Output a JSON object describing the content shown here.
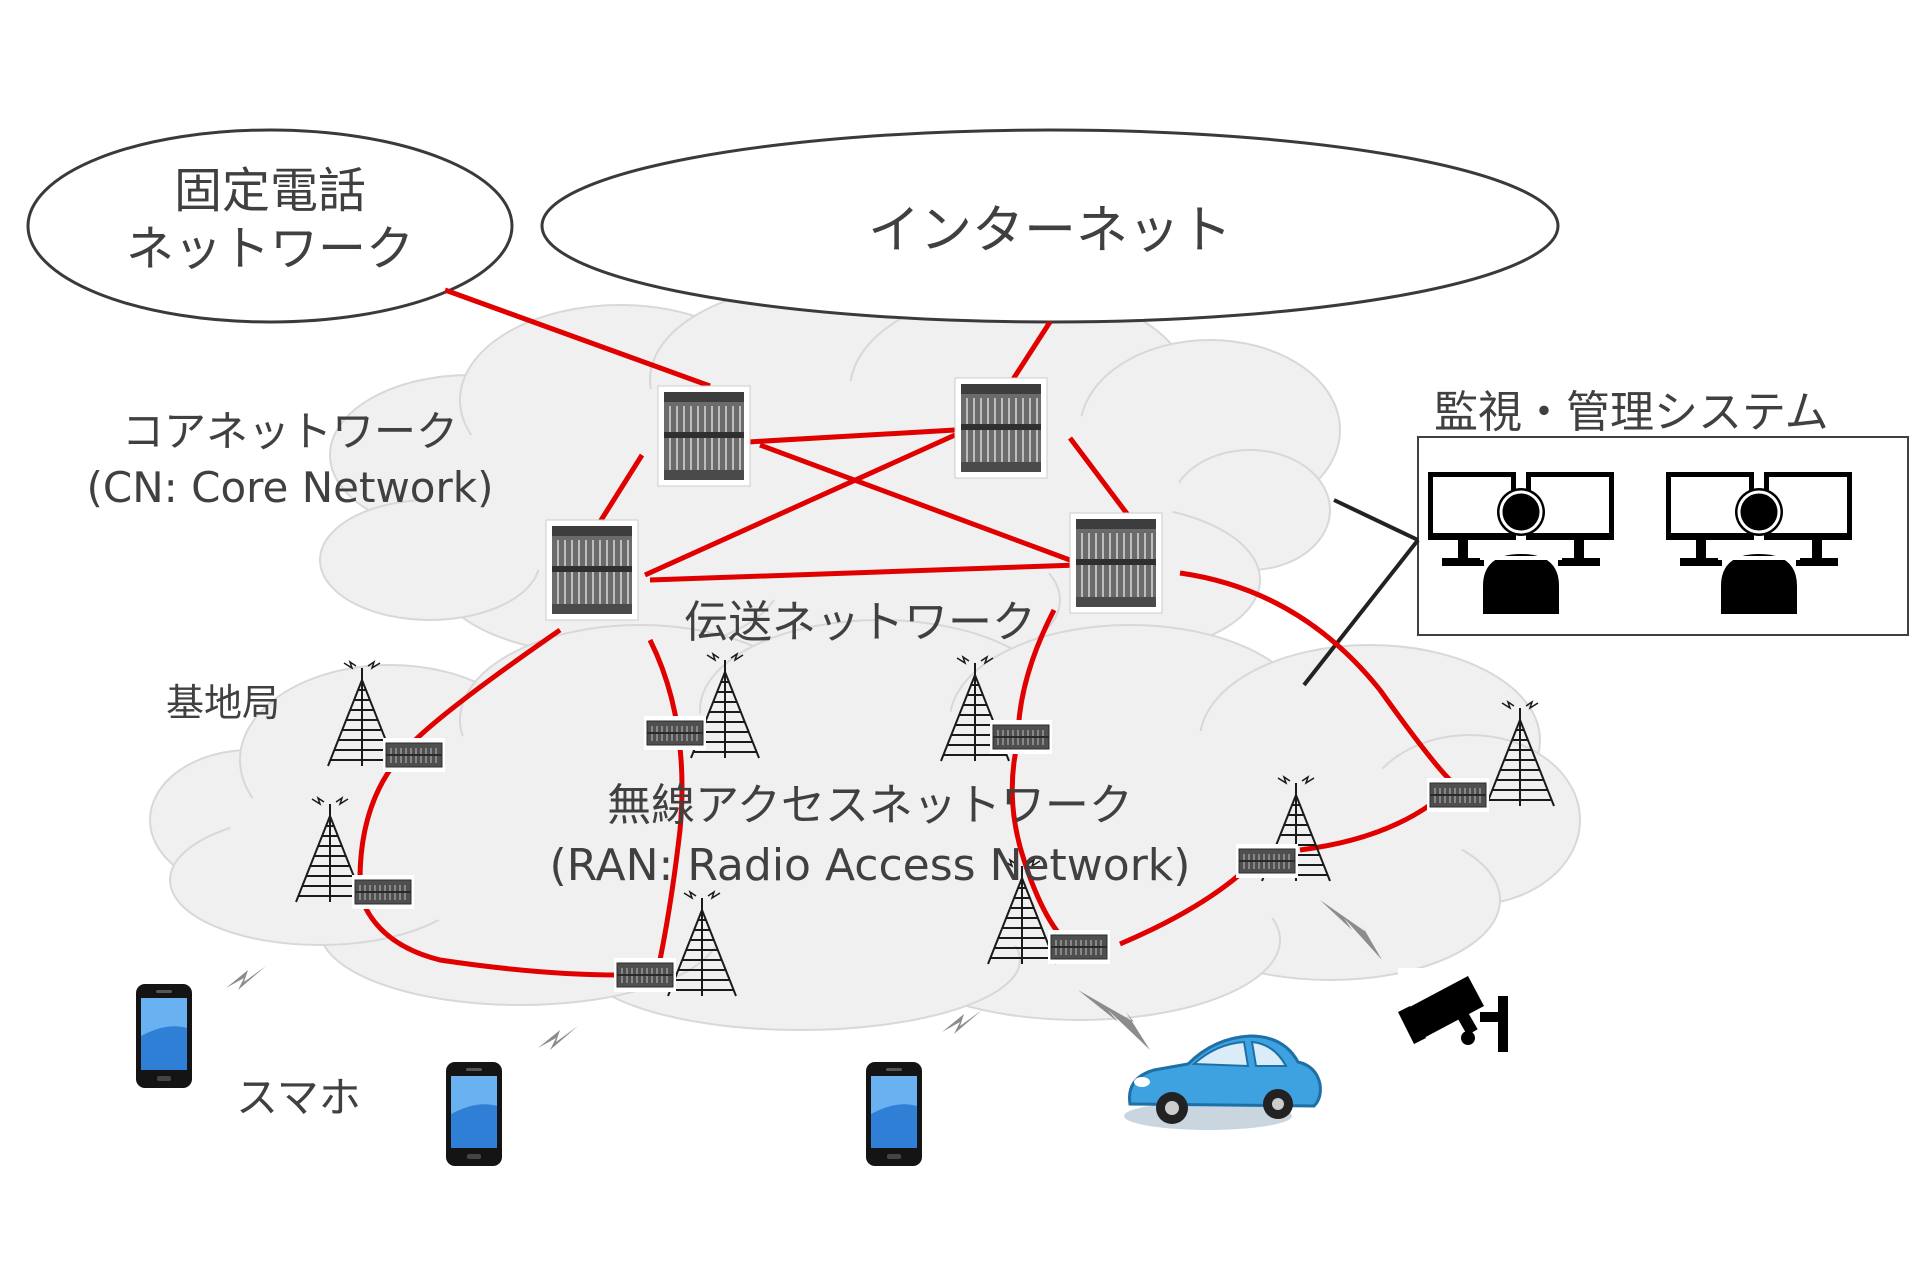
{
  "ellipses": {
    "fixed_phone": {
      "line1": "固定電話",
      "line2": "ネットワーク"
    },
    "internet": "インターネット"
  },
  "core_network": {
    "label_jp": "コアネットワーク",
    "label_en": "(CN: Core Network)"
  },
  "transport_network": "伝送ネットワーク",
  "monitoring_system": "監視・管理システム",
  "base_station": "基地局",
  "ran": {
    "label_jp": "無線アクセスネットワーク",
    "label_en": "(RAN: Radio Access Network)"
  },
  "smartphone": "スマホ",
  "colors": {
    "link": "#e00000",
    "cloud": "#f0f0f0",
    "cloud_edge": "#d8d8d8",
    "text": "#404040",
    "ellipse_edge": "#3a3a3a"
  },
  "icons": [
    "core-router-icon",
    "base-station-tower-icon",
    "radio-unit-icon",
    "smartphone-icon",
    "car-icon",
    "security-camera-icon",
    "operator-monitor-icon",
    "wireless-bolt-icon"
  ]
}
